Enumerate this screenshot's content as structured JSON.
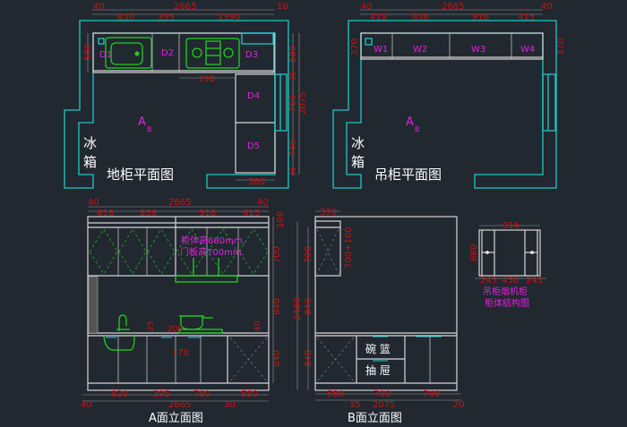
{
  "floor_plan": {
    "title": "地柜平面图",
    "fridge_1": "冰",
    "fridge_2": "箱",
    "view_mark_a": "A",
    "view_mark_b": "B",
    "cabinets": [
      "D1",
      "D2",
      "D3",
      "D4",
      "D5"
    ],
    "dims_top": [
      "40",
      "830",
      "2665",
      "395",
      "1390",
      "10"
    ],
    "dims_side": [
      "580",
      "580",
      "35",
      "700",
      "2075",
      "740",
      "40"
    ],
    "dims_inner": [
      "790",
      "580"
    ]
  },
  "wall_plan": {
    "title": "吊柜平面图",
    "fridge_1": "冰",
    "fridge_2": "箱",
    "view_mark_a": "A",
    "view_mark_b": "B",
    "cabinets": [
      "W1",
      "W2",
      "W3",
      "W4"
    ],
    "dims_top": [
      "40",
      "418",
      "2665",
      "836",
      "916",
      "415",
      "40"
    ],
    "dims_side": [
      "370",
      "370"
    ]
  },
  "elevation_a": {
    "title": "A面立面图",
    "note_1": "柜体高680mm,",
    "note_2": "门板高700mm.",
    "dims_top": [
      "40",
      "418",
      "2665",
      "836",
      "916",
      "415",
      "40"
    ],
    "dims_right": [
      "100",
      "700",
      "840",
      "840"
    ],
    "dims_mid": [
      "25",
      "200",
      "40",
      "170"
    ],
    "dims_bottom": [
      "40",
      "830",
      "395",
      "790",
      "30",
      "580",
      "2665"
    ]
  },
  "elevation_b": {
    "title": "B面立面图",
    "drawer_label_1": "碗 篮",
    "drawer_label_2": "抽 屉",
    "dims_top": [
      "370"
    ],
    "dims_left": [
      "2480",
      "700",
      "840",
      "840"
    ],
    "dims_inner": [
      "700+100"
    ],
    "dims_bottom": [
      "580",
      "35",
      "700",
      "740",
      "20",
      "2075"
    ]
  },
  "structure": {
    "title_1": "吊柜烟机柜",
    "title_2": "柜体结构图",
    "dims": [
      "916",
      "680",
      "243",
      "430",
      "243"
    ]
  }
}
